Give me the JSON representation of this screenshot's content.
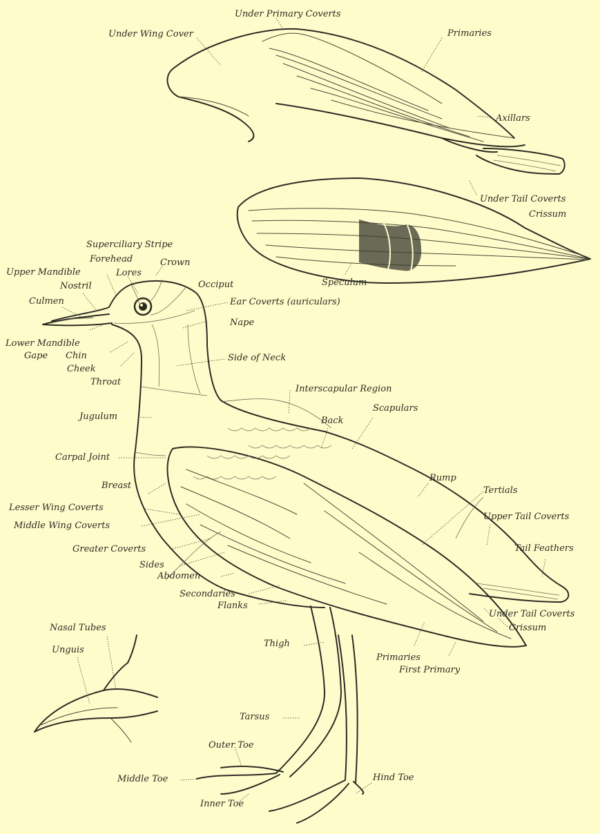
{
  "labels": {
    "under_primary_coverts_top": "Under Primary Coverts",
    "under_wing_cover": "Under Wing Cover",
    "primaries_top": "Primaries",
    "axillars": "Axillars",
    "under_tail_coverts_top": "Under Tail Coverts",
    "crissum_top": "Crissum",
    "speculum": "Speculum",
    "superciliary_stripe": "Superciliary Stripe",
    "forehead": "Forehead",
    "crown": "Crown",
    "upper_mandible": "Upper Mandible",
    "lores": "Lores",
    "nostril": "Nostril",
    "occiput": "Occiput",
    "culmen": "Culmen",
    "ear_coverts": "Ear Coverts (auriculars)",
    "nape": "Nape",
    "lower_mandible": "Lower Mandible",
    "gape": "Gape",
    "chin": "Chin",
    "side_of_neck": "Side of Neck",
    "cheek": "Cheek",
    "throat": "Throat",
    "interscapular_region": "Interscapular Region",
    "scapulars": "Scapulars",
    "back": "Back",
    "jugulum": "Jugulum",
    "carpal_joint": "Carpal Joint",
    "rump": "Rump",
    "breast": "Breast",
    "tertials": "Tertials",
    "lesser_wing_coverts": "Lesser Wing Coverts",
    "upper_tail_coverts": "Upper Tail Coverts",
    "middle_wing_coverts": "Middle Wing Coverts",
    "tail_feathers": "Tail Feathers",
    "greater_coverts": "Greater Coverts",
    "sides": "Sides",
    "abdomen": "Abdomen",
    "secondaries": "Secondaries",
    "flanks": "Flanks",
    "under_tail_coverts": "Under Tail Coverts",
    "crissum": "Crissum",
    "nasal_tubes": "Nasal Tubes",
    "unguis": "Unguis",
    "thigh": "Thigh",
    "primaries": "Primaries",
    "first_primary": "First Primary",
    "tarsus": "Tarsus",
    "outer_toe": "Outer Toe",
    "middle_toe": "Middle Toe",
    "hind_toe": "Hind Toe",
    "inner_toe": "Inner Toe"
  },
  "colors": {
    "paper": "#fffccb",
    "ink": "#2c2b23"
  }
}
